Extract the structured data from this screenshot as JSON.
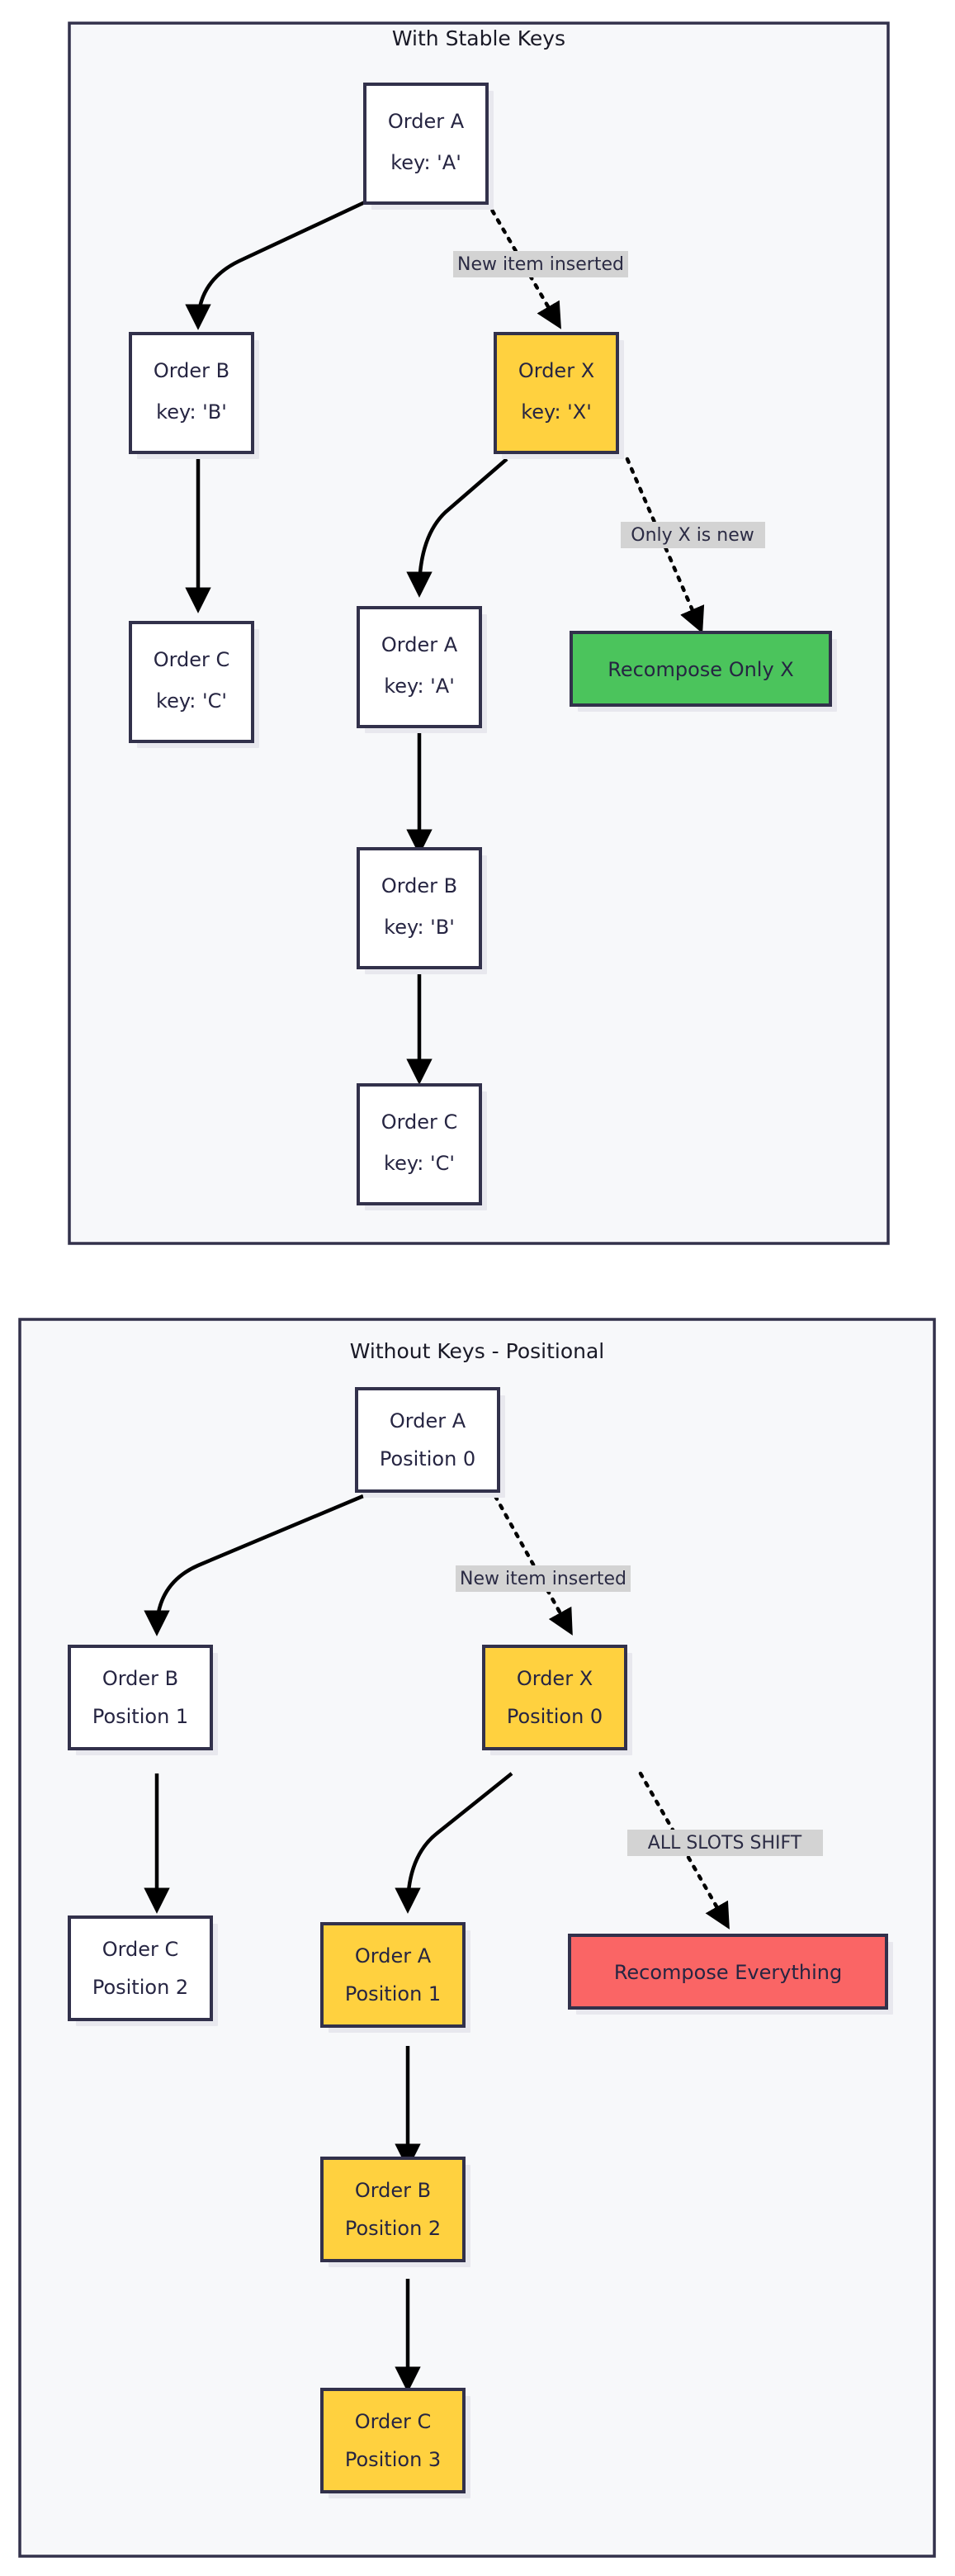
{
  "diagram": {
    "type": "flowchart",
    "background": "#ffffff",
    "panel_fill": "#f7f8fa",
    "panel_stroke": "#32314b",
    "colors": {
      "white": "#ffffff",
      "yellow": "#ffd13f",
      "green": "#4bc45c",
      "red": "#fa6565",
      "edge": "#000000",
      "label_bg": "#d3d3d3",
      "text": "#262542"
    },
    "panels": [
      {
        "id": "panel-stable-keys",
        "title": "With Stable Keys",
        "nodes": [
          {
            "id": "a-root",
            "line1": "Order A",
            "line2": "key: 'A'",
            "color": "white"
          },
          {
            "id": "b-left",
            "line1": "Order B",
            "line2": "key: 'B'",
            "color": "white"
          },
          {
            "id": "c-left",
            "line1": "Order C",
            "line2": "key: 'C'",
            "color": "white"
          },
          {
            "id": "x-new",
            "line1": "Order X",
            "line2": "key: 'X'",
            "color": "yellow"
          },
          {
            "id": "a-after",
            "line1": "Order A",
            "line2": "key: 'A'",
            "color": "white"
          },
          {
            "id": "b-after",
            "line1": "Order B",
            "line2": "key: 'B'",
            "color": "white"
          },
          {
            "id": "c-after",
            "line1": "Order C",
            "line2": "key: 'C'",
            "color": "white"
          },
          {
            "id": "result",
            "line1": "Recompose Only X",
            "line2": "",
            "color": "green"
          }
        ],
        "edges": [
          {
            "from": "a-root",
            "to": "b-left",
            "style": "solid",
            "label": ""
          },
          {
            "from": "b-left",
            "to": "c-left",
            "style": "solid",
            "label": ""
          },
          {
            "from": "a-root",
            "to": "x-new",
            "style": "dotted",
            "label": "New item inserted"
          },
          {
            "from": "x-new",
            "to": "a-after",
            "style": "solid",
            "label": ""
          },
          {
            "from": "a-after",
            "to": "b-after",
            "style": "solid",
            "label": ""
          },
          {
            "from": "b-after",
            "to": "c-after",
            "style": "solid",
            "label": ""
          },
          {
            "from": "x-new",
            "to": "result",
            "style": "dotted",
            "label": "Only X is new"
          }
        ]
      },
      {
        "id": "panel-without-keys",
        "title": "Without Keys - Positional",
        "nodes": [
          {
            "id": "pa-root",
            "line1": "Order A",
            "line2": "Position 0",
            "color": "white"
          },
          {
            "id": "pb-left",
            "line1": "Order B",
            "line2": "Position 1",
            "color": "white"
          },
          {
            "id": "pc-left",
            "line1": "Order C",
            "line2": "Position 2",
            "color": "white"
          },
          {
            "id": "px-new",
            "line1": "Order X",
            "line2": "Position 0",
            "color": "yellow"
          },
          {
            "id": "pa-after",
            "line1": "Order A",
            "line2": "Position 1",
            "color": "yellow"
          },
          {
            "id": "pb-after",
            "line1": "Order B",
            "line2": "Position 2",
            "color": "yellow"
          },
          {
            "id": "pc-after",
            "line1": "Order C",
            "line2": "Position 3",
            "color": "yellow"
          },
          {
            "id": "presult",
            "line1": "Recompose Everything",
            "line2": "",
            "color": "red"
          }
        ],
        "edges": [
          {
            "from": "pa-root",
            "to": "pb-left",
            "style": "solid",
            "label": ""
          },
          {
            "from": "pb-left",
            "to": "pc-left",
            "style": "solid",
            "label": ""
          },
          {
            "from": "pa-root",
            "to": "px-new",
            "style": "dotted",
            "label": "New item inserted"
          },
          {
            "from": "px-new",
            "to": "pa-after",
            "style": "solid",
            "label": ""
          },
          {
            "from": "pa-after",
            "to": "pb-after",
            "style": "solid",
            "label": ""
          },
          {
            "from": "pb-after",
            "to": "pc-after",
            "style": "solid",
            "label": ""
          },
          {
            "from": "px-new",
            "to": "presult",
            "style": "dotted",
            "label": "ALL SLOTS SHIFT"
          }
        ]
      }
    ]
  },
  "labels": {
    "p1_title": "With Stable Keys",
    "p1_a_root_l1": "Order A",
    "p1_a_root_l2": "key: 'A'",
    "p1_b_left_l1": "Order B",
    "p1_b_left_l2": "key: 'B'",
    "p1_c_left_l1": "Order C",
    "p1_c_left_l2": "key: 'C'",
    "p1_x_l1": "Order X",
    "p1_x_l2": "key: 'X'",
    "p1_a_after_l1": "Order A",
    "p1_a_after_l2": "key: 'A'",
    "p1_b_after_l1": "Order B",
    "p1_b_after_l2": "key: 'B'",
    "p1_c_after_l1": "Order C",
    "p1_c_after_l2": "key: 'C'",
    "p1_result": "Recompose Only X",
    "p1_edge_insert": "New item inserted",
    "p1_edge_onlyx": "Only X is new",
    "p2_title": "Without Keys - Positional",
    "p2_a_root_l1": "Order A",
    "p2_a_root_l2": "Position 0",
    "p2_b_left_l1": "Order B",
    "p2_b_left_l2": "Position 1",
    "p2_c_left_l1": "Order C",
    "p2_c_left_l2": "Position 2",
    "p2_x_l1": "Order X",
    "p2_x_l2": "Position 0",
    "p2_a_after_l1": "Order A",
    "p2_a_after_l2": "Position 1",
    "p2_b_after_l1": "Order B",
    "p2_b_after_l2": "Position 2",
    "p2_c_after_l1": "Order C",
    "p2_c_after_l2": "Position 3",
    "p2_result": "Recompose Everything",
    "p2_edge_insert": "New item inserted",
    "p2_edge_shift": "ALL SLOTS SHIFT"
  }
}
